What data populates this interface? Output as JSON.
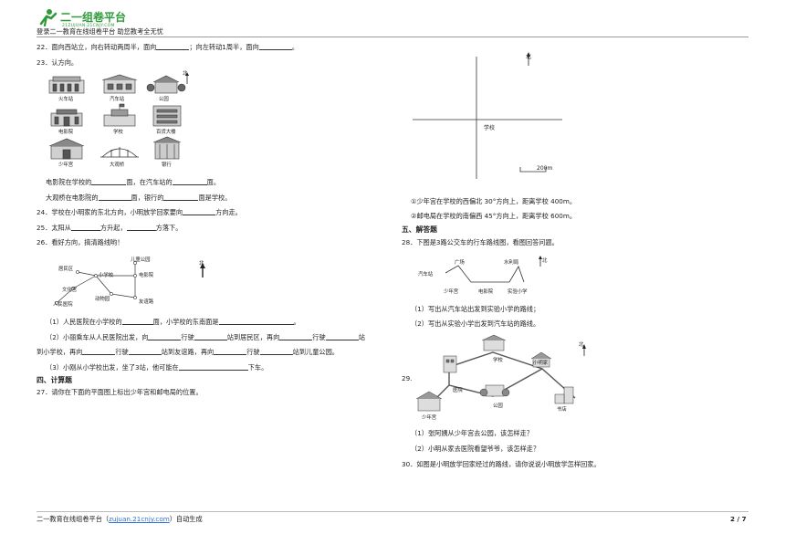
{
  "header": {
    "logo_text": "二一组卷平台",
    "logo_sub": "21ZUJUAN.21CNJY.COM",
    "tagline": "登录二一教育在线组卷平台  助您教考全无忧"
  },
  "left": {
    "q22": {
      "prefix": "22．面向西站立，向右转动两周半，面向",
      "mid": "；向左转动1周半，面向",
      "end": "。"
    },
    "q23": {
      "title": "23．认方向。",
      "pics": [
        "火车站",
        "汽车站",
        "公园",
        "电影院",
        "学校",
        "百货大楼",
        "少年宫",
        "大观桥",
        "银行"
      ],
      "north": "北",
      "line1": {
        "a": "电影院在学校的",
        "b": "面，在汽车站的",
        "c": "面。"
      },
      "line2": {
        "a": "大观桥在电影院的",
        "b": "面，银行的",
        "c": "面是学校。"
      }
    },
    "q24": {
      "a": "24．学校在小明家的东北方向，小明放学回家要向",
      "b": "方向走。"
    },
    "q25": {
      "a": "25．太阳从",
      "b": "方升起，",
      "c": "方落下。"
    },
    "q26": {
      "title": "26．看好方向，搞清路线哟！",
      "map_labels": {
        "children_park": "儿童公园",
        "residential": "居民区",
        "primary_school": "小学校",
        "cinema": "电影院",
        "culture_palace": "文化宫",
        "zoo": "动物园",
        "hospital": "人民医院",
        "friendship_rd": "友谊路",
        "north": "北"
      },
      "s1": {
        "a": "（1）人民医院在小学校的",
        "b": "面，小学校的东南面是",
        "c": "。"
      },
      "s2a": {
        "a": "（2）小丽乘车从人民医院出发，向",
        "b": "行驶",
        "c": "站到居民区，再向",
        "d": "行驶",
        "e": "站"
      },
      "s2b": {
        "a": "到小学校，再向",
        "b": "行驶",
        "c": "站到友谊路，再向",
        "d": "行驶",
        "e": "站到儿童公园。"
      },
      "s3": {
        "a": "（3）小刚从小学校出发，坐了3站，他可能在",
        "b": "下车。"
      }
    },
    "sec4": "四、计算题",
    "q27": "27．请你在下面的平面图上标出少年宫和邮电局的位置。"
  },
  "right": {
    "q27_map": {
      "north": "北",
      "school": "学校",
      "scale": "200m"
    },
    "q27_items": [
      {
        "num": "①",
        "text": "少年宫在学校的西偏北 30°方向上，距离学校 400m。"
      },
      {
        "num": "②",
        "text": "邮电局在学校的南偏西 45°方向上，距离学校 600m。"
      }
    ],
    "sec5": "五、解答题",
    "q28": {
      "title": "28．下图是3路公交车的行车路线图，看图回答问题。",
      "stops": {
        "bus_station": "汽车站",
        "square": "广场",
        "youth_palace": "少年宫",
        "cinema": "电影院",
        "water_bureau": "水利局",
        "exp_school": "实验小学",
        "north": "北"
      },
      "s1": "（1）写出从汽车站出发到实验小学的路线；",
      "s2": "（2）写出从实验小学出发到汽车站的路线。"
    },
    "q29": {
      "num": "29.",
      "labels": {
        "school": "学校",
        "xiaoming_home": "小明家",
        "hospital": "医院",
        "youth_palace": "少年宫",
        "park": "公园",
        "bookstore": "书店",
        "north": "北"
      },
      "s1": "（1）张阿姨从少年宫去公园，该怎样走？",
      "s2": "（2）小明从家去医院看望爷爷，该怎样走？"
    },
    "q30": "30．如图是小明放学回家经过的路线，请你说说小明放学怎样回家。"
  },
  "footer": {
    "left_a": "二一教育在线组卷平台（",
    "link": "zujuan.21cnjy.com",
    "left_b": "）自动生成",
    "page": "2 / 7"
  }
}
